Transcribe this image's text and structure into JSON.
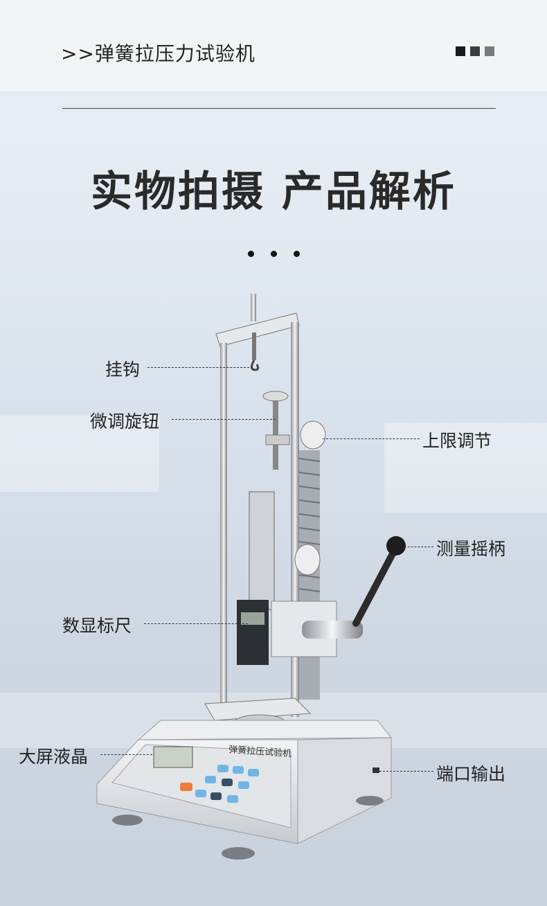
{
  "header": {
    "breadcrumb": ">>弹簧拉压力试验机",
    "square_colors": [
      "#1b1b1b",
      "#3d3d3d",
      "#7a7a7a"
    ]
  },
  "headline": "实物拍摄 产品解析",
  "product": {
    "panel_brand": "弹簧拉压试验机"
  },
  "callouts": {
    "hook": "挂钩",
    "fine_knob": "微调旋钮",
    "upper_limit": "上限调节",
    "crank": "测量摇柄",
    "digital_scale": "数显标尺",
    "lcd": "大屏液晶",
    "port": "端口输出"
  },
  "colors": {
    "accent_orange": "#f07a3a",
    "key_blue": "#6fb6e6",
    "key_dark": "#3a4d66"
  }
}
